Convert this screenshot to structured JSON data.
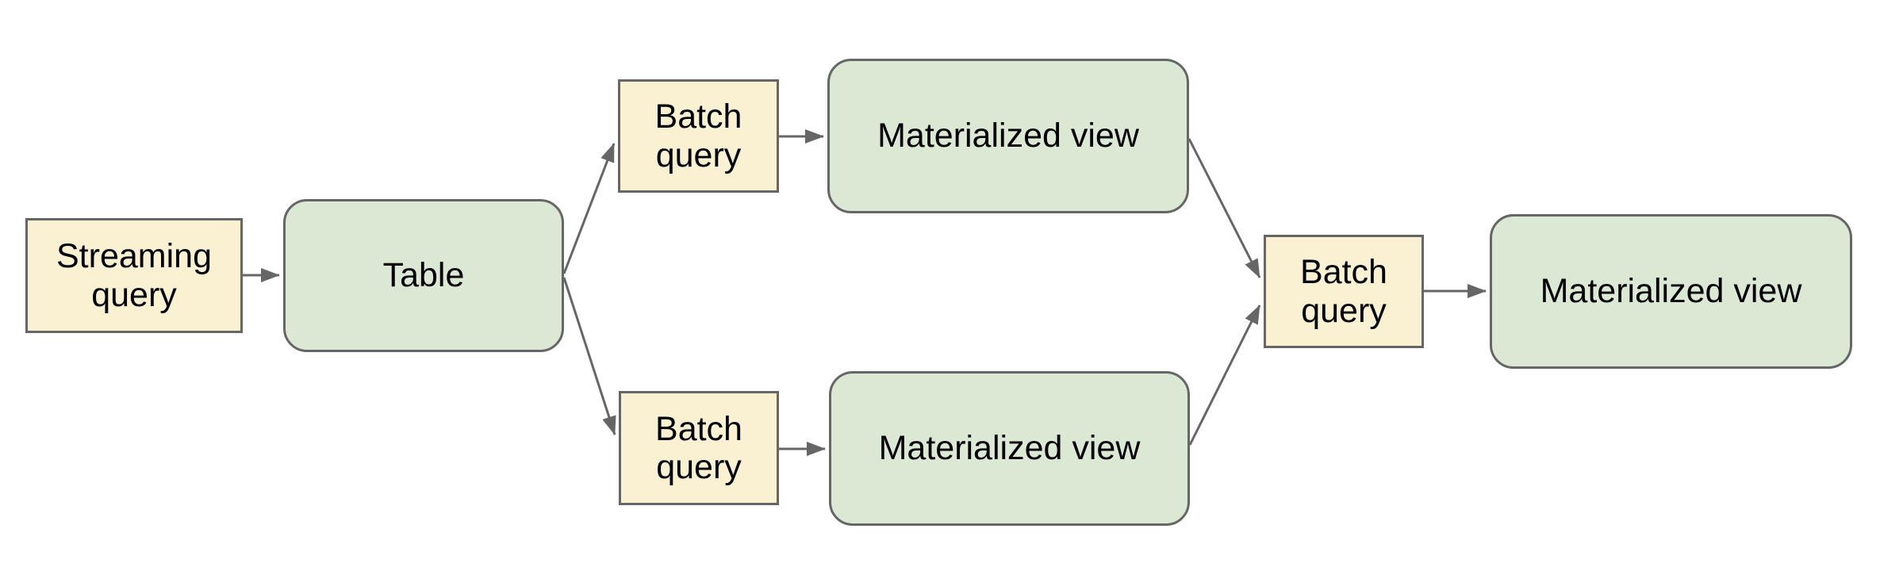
{
  "diagram": {
    "type": "flowchart",
    "nodes": [
      {
        "id": "streaming-query",
        "label": "Streaming query",
        "shape": "rectangle",
        "fill": "query_fill"
      },
      {
        "id": "table",
        "label": "Table",
        "shape": "rounded-rectangle",
        "fill": "table_fill"
      },
      {
        "id": "batch-query-top",
        "label": "Batch query",
        "shape": "rectangle",
        "fill": "query_fill"
      },
      {
        "id": "materialized-view-top",
        "label": "Materialized view",
        "shape": "rounded-rectangle",
        "fill": "table_fill"
      },
      {
        "id": "batch-query-bottom",
        "label": "Batch query",
        "shape": "rectangle",
        "fill": "query_fill"
      },
      {
        "id": "materialized-view-bottom",
        "label": "Materialized view",
        "shape": "rounded-rectangle",
        "fill": "table_fill"
      },
      {
        "id": "batch-query-right",
        "label": "Batch query",
        "shape": "rectangle",
        "fill": "query_fill"
      },
      {
        "id": "materialized-view-right",
        "label": "Materialized view",
        "shape": "rounded-rectangle",
        "fill": "table_fill"
      }
    ],
    "edges": [
      {
        "from": "streaming-query",
        "to": "table"
      },
      {
        "from": "table",
        "to": "batch-query-top"
      },
      {
        "from": "table",
        "to": "batch-query-bottom"
      },
      {
        "from": "batch-query-top",
        "to": "materialized-view-top"
      },
      {
        "from": "batch-query-bottom",
        "to": "materialized-view-bottom"
      },
      {
        "from": "materialized-view-top",
        "to": "batch-query-right"
      },
      {
        "from": "materialized-view-bottom",
        "to": "batch-query-right"
      },
      {
        "from": "batch-query-right",
        "to": "materialized-view-right"
      }
    ],
    "colors": {
      "query_fill": "#faf0d2",
      "table_fill": "#dbe8d4",
      "border": "#666666",
      "arrow": "#666666",
      "text": "#000000",
      "background": "#ffffff"
    }
  }
}
